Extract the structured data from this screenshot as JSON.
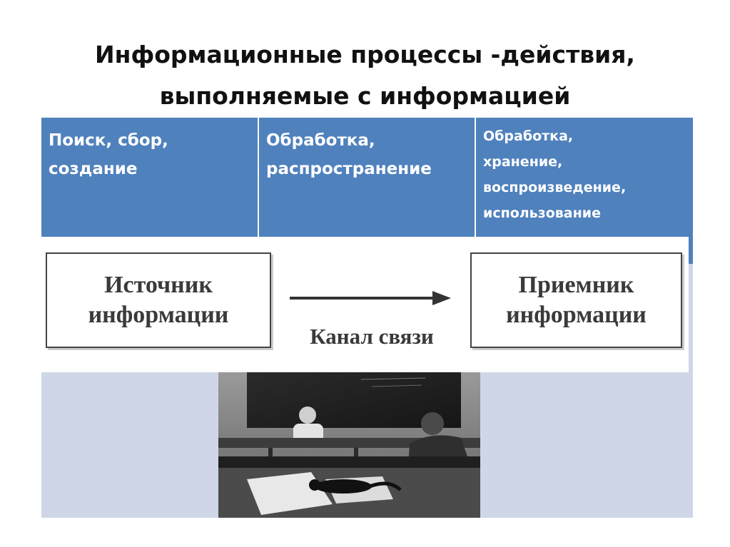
{
  "title": {
    "line1": "Информационные процессы -действия,",
    "line2": "выполняемые с информацией"
  },
  "table": {
    "headers": [
      {
        "lines": [
          "Поиск, сбор,",
          "создание"
        ]
      },
      {
        "lines": [
          "Обработка,",
          "распространение"
        ]
      },
      {
        "lines": [
          "Обработка,",
          "хранение,",
          "воспроизведение,",
          "использование"
        ]
      }
    ]
  },
  "scheme": {
    "source": {
      "line1": "Источник",
      "line2": "информации"
    },
    "receiver": {
      "line1": "Приемник",
      "line2": "информации"
    },
    "channel": "Канал связи"
  },
  "colors": {
    "header_blue": "#4f81bd",
    "body_light": "#cfd6e8"
  },
  "photo": {
    "description_icon": "classroom-photo"
  }
}
